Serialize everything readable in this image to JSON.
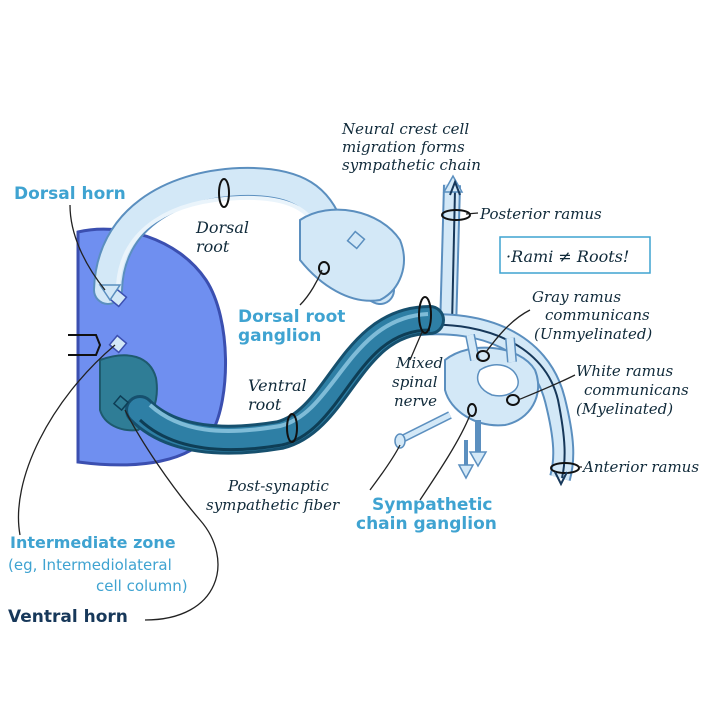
{
  "labels": {
    "dorsal_horn": "Dorsal horn",
    "dorsal_root": [
      "Dorsal",
      "root"
    ],
    "dorsal_root_ganglion": [
      "Dorsal root",
      "ganglion"
    ],
    "neural_crest": [
      "Neural crest cell",
      "migration forms",
      "sympathetic chain"
    ],
    "posterior_ramus": "Posterior ramus",
    "rami_roots_box": "·Rami ≠ Roots!",
    "gray_ramus": [
      "Gray ramus",
      "communicans",
      "(Unmyelinated)"
    ],
    "mixed_spinal_nerve": [
      "Mixed",
      "spinal",
      "nerve"
    ],
    "white_ramus": [
      "White ramus",
      "communicans",
      "(Myelinated)"
    ],
    "ventral_root": [
      "Ventral",
      "root"
    ],
    "anterior_ramus": "Anterior ramus",
    "post_synaptic": [
      "Post-synaptic",
      "sympathetic fiber"
    ],
    "sympathetic_chain_ganglion": [
      "Sympathetic",
      "chain ganglion"
    ],
    "intermediate_zone": [
      "Intermediate zone",
      "(eg, Intermediolateral",
      "cell column)"
    ],
    "ventral_horn": "Ventral horn"
  },
  "colors": {
    "gray_matter": "#6f8ff0",
    "gray_matter_edge": "#3b4fb0",
    "ventral_horn": "#2f7d96",
    "pale_blue": "#d3e8f7",
    "pale_edge": "#5b8fbf",
    "ventral_root": "#2e7fa5",
    "ventral_root_dark": "#16506e",
    "label_blue": "#3fa3d1",
    "label_dark": "#102a3a"
  }
}
